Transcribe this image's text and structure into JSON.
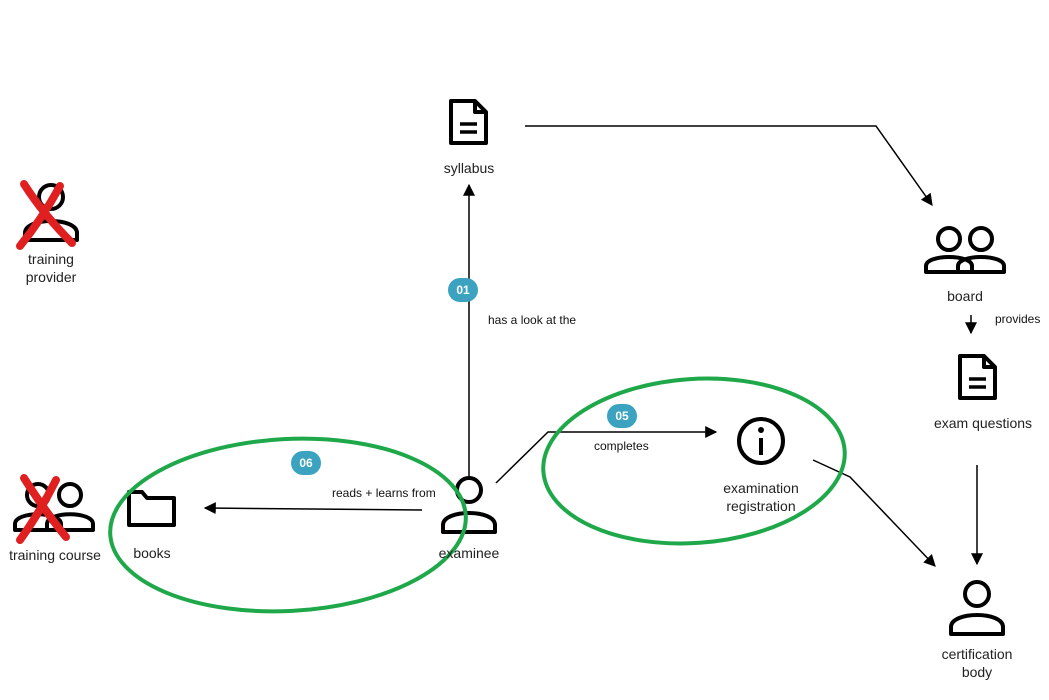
{
  "nodes": {
    "syllabus": "syllabus",
    "board": "board",
    "exam_questions": "exam questions",
    "certification_body": "certification body",
    "examinee": "examinee",
    "examination_registration": "examination registration",
    "books": "books",
    "training_course": "training course",
    "training_provider": "training provider"
  },
  "edges": {
    "has_a_look_at": "has a look at the",
    "provides": "provides",
    "completes": "completes",
    "reads_learns": "reads + learns from"
  },
  "steps": {
    "s01": "01",
    "s05": "05",
    "s06": "06"
  },
  "colors": {
    "highlight": "#1fa84a",
    "badge": "#3ba3c0",
    "cross": "#e02020",
    "icon": "#000000"
  }
}
